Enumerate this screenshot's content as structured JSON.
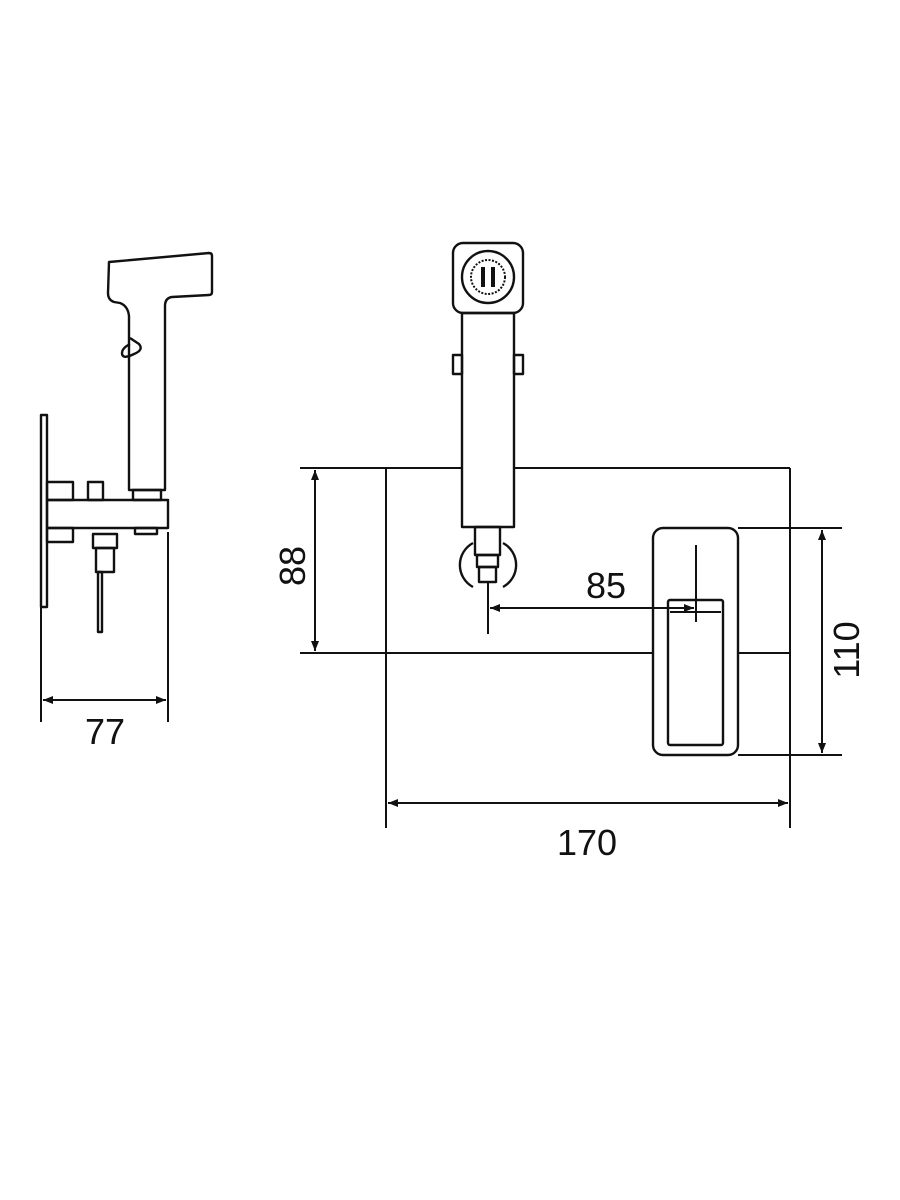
{
  "dimensions": {
    "side_depth": "77",
    "front_height_to_outlet": "88",
    "outlet_to_handle": "85",
    "handle_plate_height": "110",
    "plate_width": "170"
  },
  "colors": {
    "line": "#111111",
    "background": "#ffffff"
  }
}
